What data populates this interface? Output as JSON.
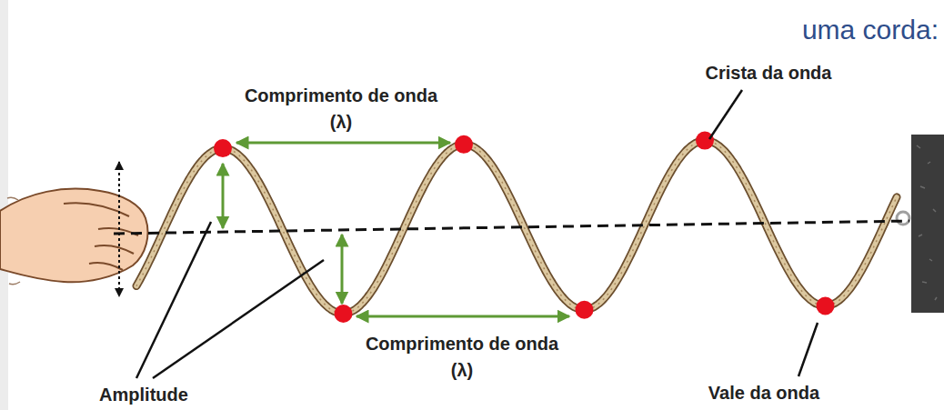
{
  "diagram": {
    "title": "uma corda:",
    "labels": [
      "Comprimento de onda (λ)",
      "Crista da onda",
      "Comprimento de onda (λ)",
      "Amplitude",
      "Vale da onda"
    ]
  }
}
